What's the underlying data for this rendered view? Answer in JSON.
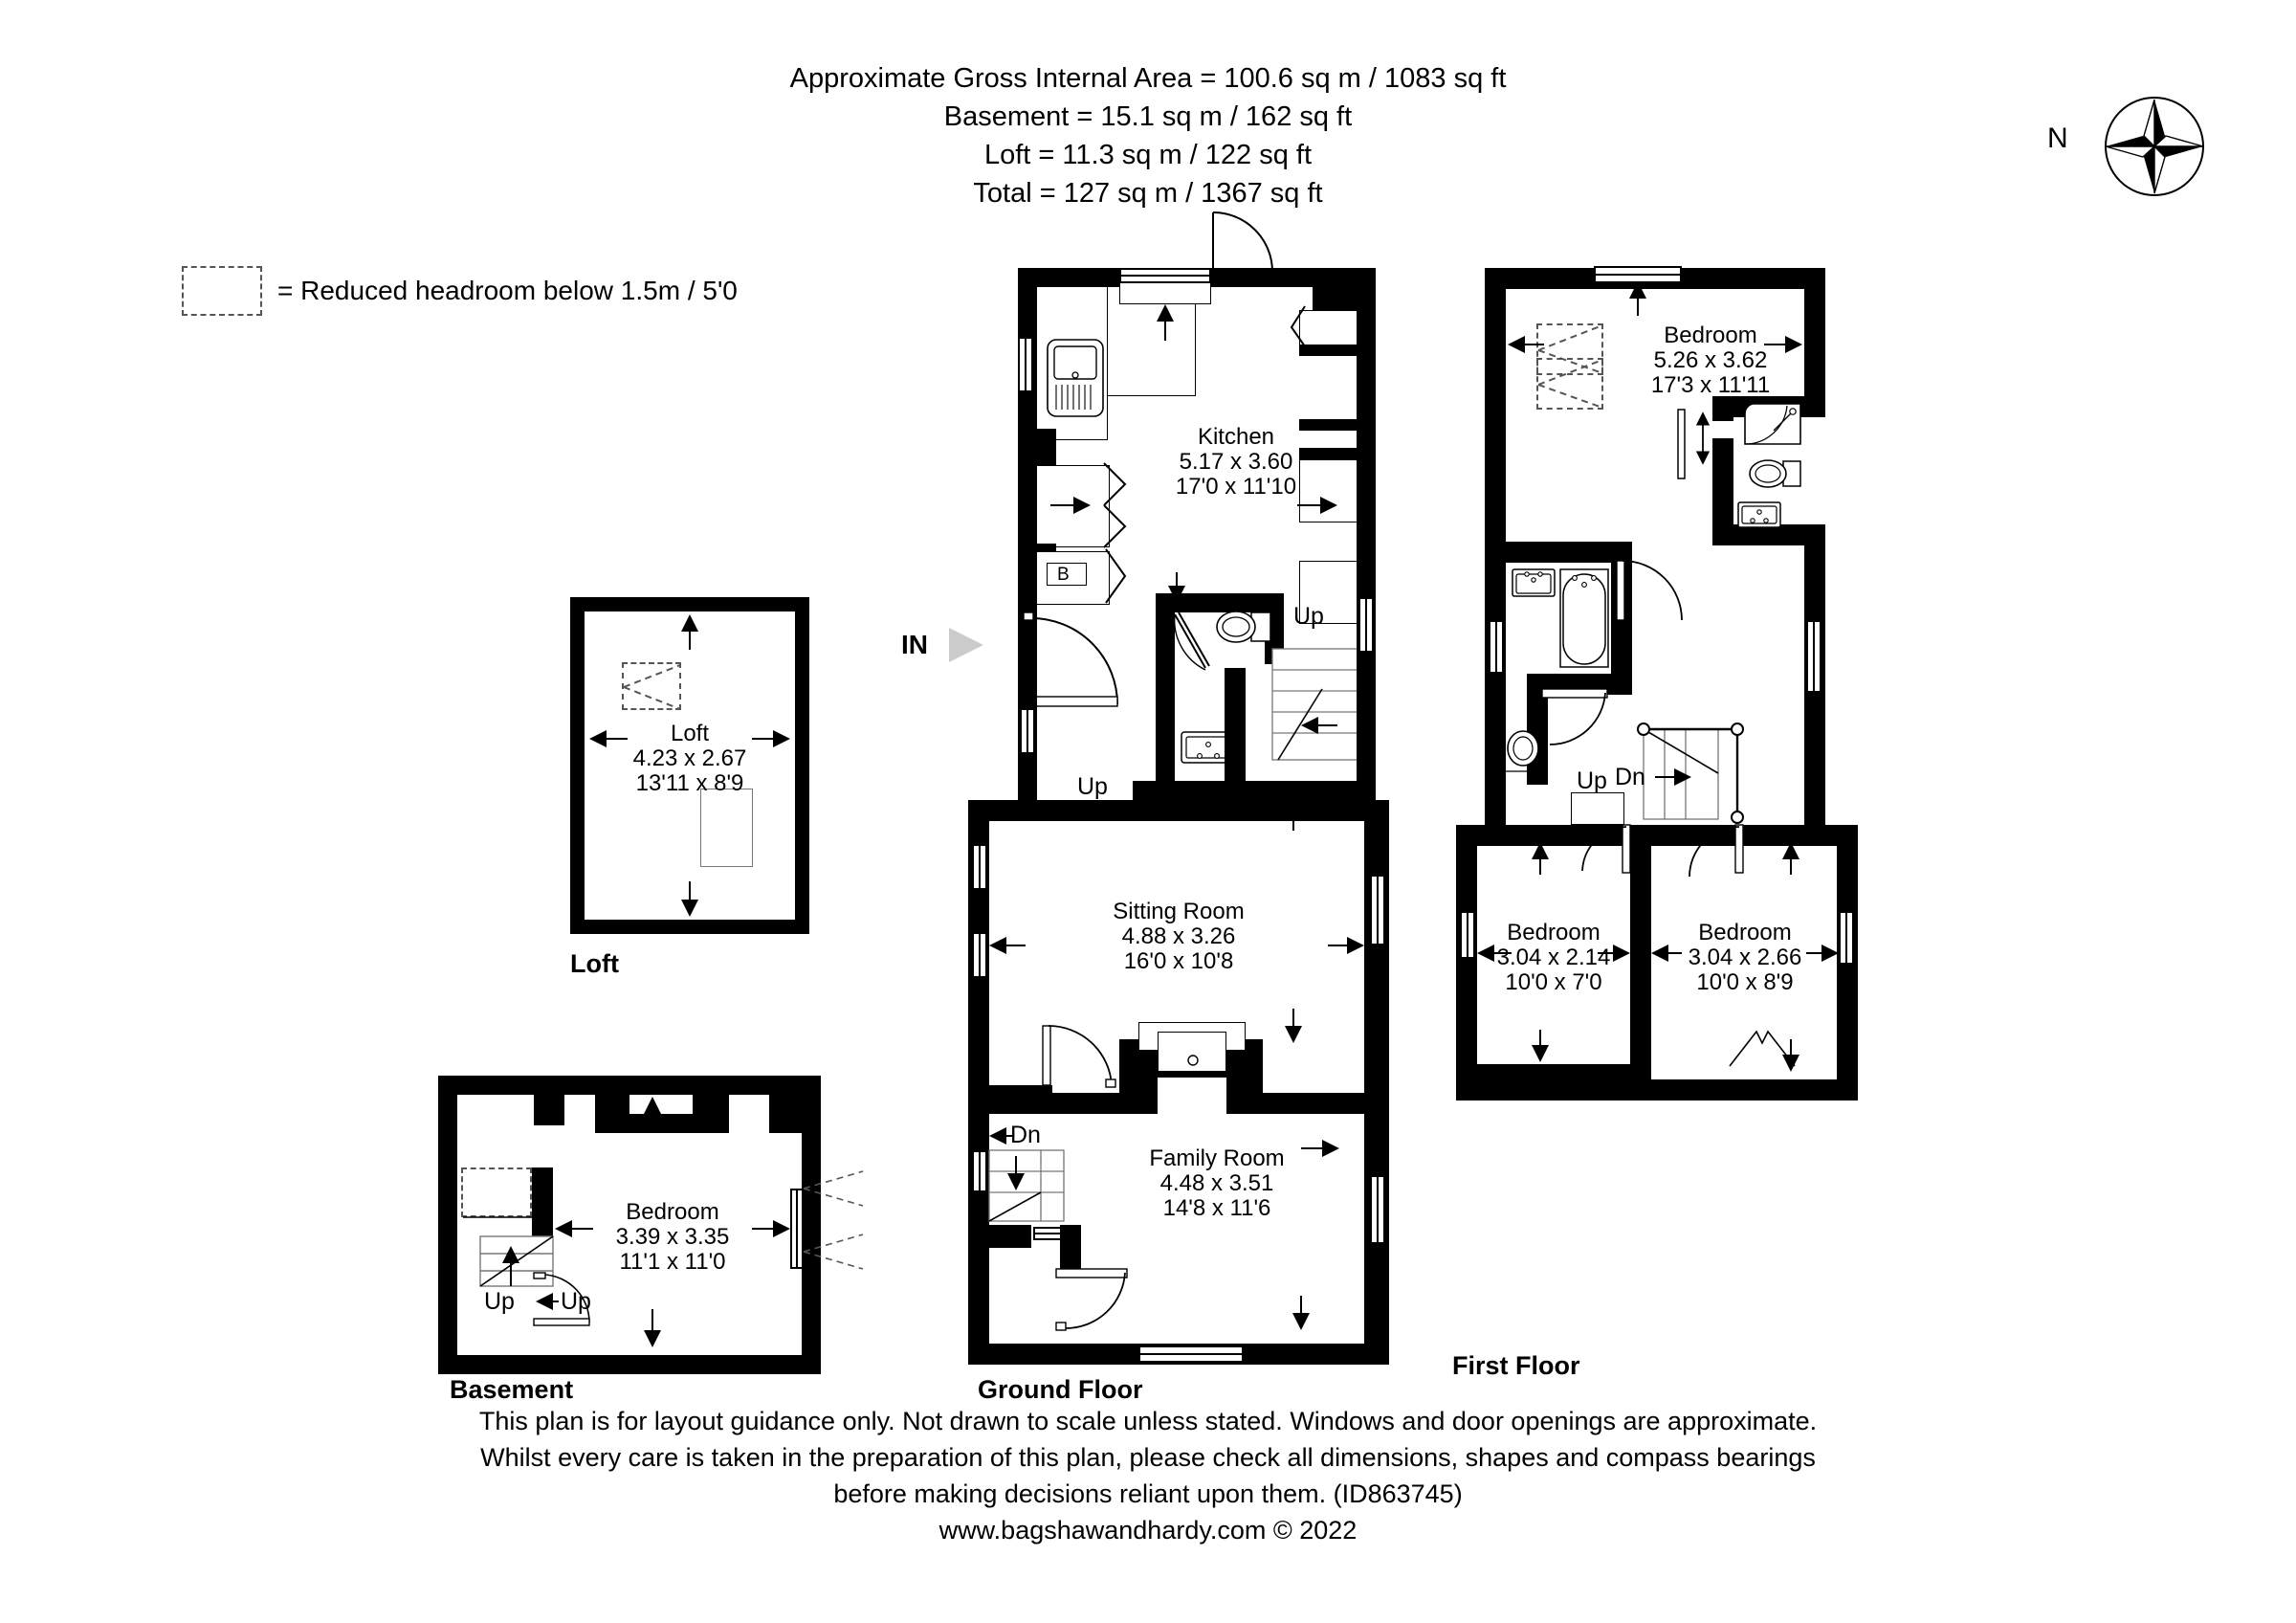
{
  "header": {
    "lines": [
      "Approximate Gross Internal Area = 100.6 sq m / 1083 sq ft",
      "Basement = 15.1 sq m / 162 sq ft",
      "Loft = 11.3 sq m / 122 sq ft",
      "Total = 127 sq m / 1367 sq ft"
    ]
  },
  "legend": {
    "text": "= Reduced headroom below 1.5m / 5'0"
  },
  "compass": {
    "label": "N"
  },
  "floors": {
    "loft": {
      "caption": "Loft",
      "rooms": [
        {
          "name": "Loft",
          "metric": "4.23 x 2.67",
          "imperial": "13'11 x 8'9"
        }
      ]
    },
    "basement": {
      "caption": "Basement",
      "rooms": [
        {
          "name": "Bedroom",
          "metric": "3.39 x 3.35",
          "imperial": "11'1 x 11'0"
        }
      ],
      "tags": [
        "Up",
        "Up"
      ]
    },
    "ground": {
      "caption": "Ground Floor",
      "rooms": [
        {
          "name": "Kitchen",
          "metric": "5.17 x 3.60",
          "imperial": "17'0 x 11'10"
        },
        {
          "name": "Sitting Room",
          "metric": "4.88 x 3.26",
          "imperial": "16'0 x 10'8"
        },
        {
          "name": "Family Room",
          "metric": "4.48 x 3.51",
          "imperial": "14'8 x 11'6"
        }
      ],
      "tags": {
        "entrance": "IN",
        "boiler": "B",
        "up_stairs": "Up",
        "up_hall": "Up",
        "down": "Dn"
      }
    },
    "first": {
      "caption": "First Floor",
      "rooms": [
        {
          "name": "Bedroom",
          "metric": "5.26 x 3.62",
          "imperial": "17'3 x 11'11"
        },
        {
          "name": "Bedroom",
          "metric": "3.04 x 2.14",
          "imperial": "10'0 x 7'0"
        },
        {
          "name": "Bedroom",
          "metric": "3.04 x 2.66",
          "imperial": "10'0 x 8'9"
        }
      ],
      "tags": {
        "up": "Up",
        "down": "Dn"
      }
    }
  },
  "footer": {
    "lines": [
      "This plan is for layout guidance only. Not drawn to scale unless stated. Windows and door openings are approximate.",
      "Whilst every care is taken in the preparation of this plan, please check all dimensions, shapes and compass bearings",
      "before making decisions reliant upon them. (ID863745)",
      "www.bagshawandhardy.com © 2022"
    ]
  }
}
